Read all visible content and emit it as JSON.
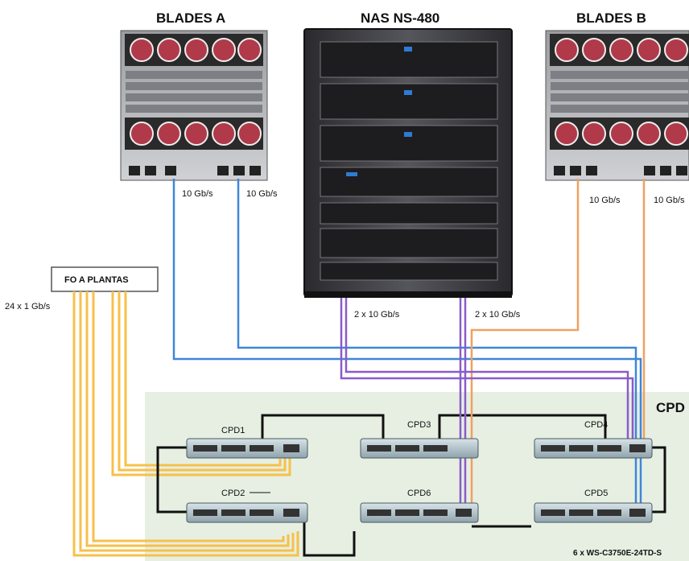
{
  "titles": {
    "blades_a": "BLADES A",
    "nas": "NAS NS-480",
    "blades_b": "BLADES B"
  },
  "labels": {
    "a_left": "10 Gb/s",
    "a_right": "10 Gb/s",
    "b_left": "10 Gb/s",
    "b_right": "10 Gb/s",
    "nas_left": "2 x 10 Gb/s",
    "nas_right": "2 x 10 Gb/s",
    "fo_box": "FO A PLANTAS",
    "fo_speed": "24 x 1 Gb/s",
    "cpd_zone": "CPD",
    "model": "6 x WS-C3750E-24TD-S"
  },
  "switches": {
    "cpd1": "CPD1",
    "cpd2": "CPD2",
    "cpd3": "CPD3",
    "cpd4": "CPD4",
    "cpd5": "CPD5",
    "cpd6": "CPD6"
  },
  "colors": {
    "blue_link": "#3f86d8",
    "orange_link": "#f0a060",
    "purple_link": "#8a5cc8",
    "fiber": "#f7c04a",
    "stack_cable": "#111111",
    "cpd_zone": "#e6efe2"
  }
}
